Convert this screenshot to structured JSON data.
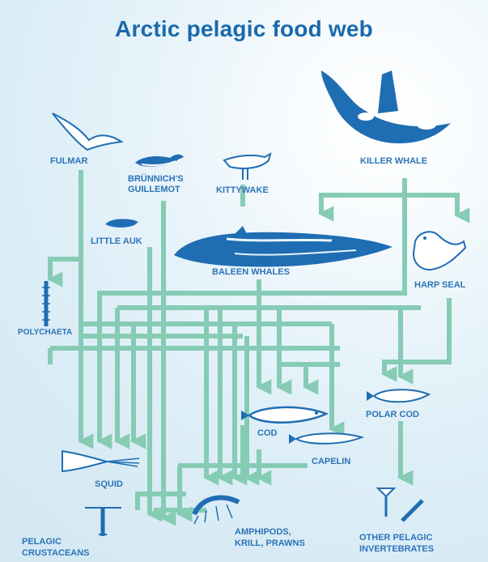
{
  "title": "Arctic pelagic food web",
  "labels": {
    "fulmar": "FULMAR",
    "brunnich_1": "BRÜNNICH'S",
    "brunnich_2": "GUILLEMOT",
    "kittywake": "KITTYWAKE",
    "killer_whale": "KILLER WHALE",
    "little_auk": "LITTLE AUK",
    "baleen_whales": "BALEEN WHALES",
    "harp_seal": "HARP SEAL",
    "polychaeta": "POLYCHAETA",
    "cod": "COD",
    "polar_cod": "POLAR COD",
    "capelin": "CAPELIN",
    "squid": "SQUID",
    "amphipods_1": "AMPHIPODS,",
    "amphipods_2": "KRILL, PRAWNS",
    "pelagic_crustaceans_1": "PELAGIC",
    "pelagic_crustaceans_2": "CRUSTACEANS",
    "other_pelagic_1": "OTHER PELAGIC",
    "other_pelagic_2": "INVERTEBRATES"
  },
  "colors": {
    "title": "#1a6aad",
    "label": "#2c74b8",
    "arrow": "#86cbb4",
    "animal": "#1f6db3"
  }
}
